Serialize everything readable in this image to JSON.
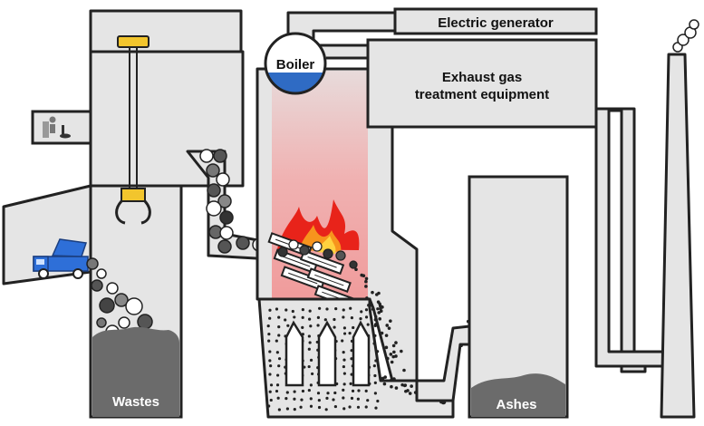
{
  "labels": {
    "generator": "Electric generator",
    "boiler": "Boiler",
    "exhaust_line1": "Exhaust gas",
    "exhaust_line2": "treatment equipment",
    "wastes": "Wastes",
    "ashes": "Ashes"
  },
  "colors": {
    "wall_fill": "#e5e5e5",
    "wall_stroke": "#222222",
    "water": "#2f6bc4",
    "flame_red": "#e8231a",
    "flame_orange": "#f7941d",
    "heat_glow": "#f4a0a0",
    "pile": "#6b6b6b",
    "truck": "#2e6fd8"
  },
  "icons": [
    "operator-icon",
    "crane-grab-icon",
    "garbage-truck-icon",
    "smoke-icon"
  ]
}
